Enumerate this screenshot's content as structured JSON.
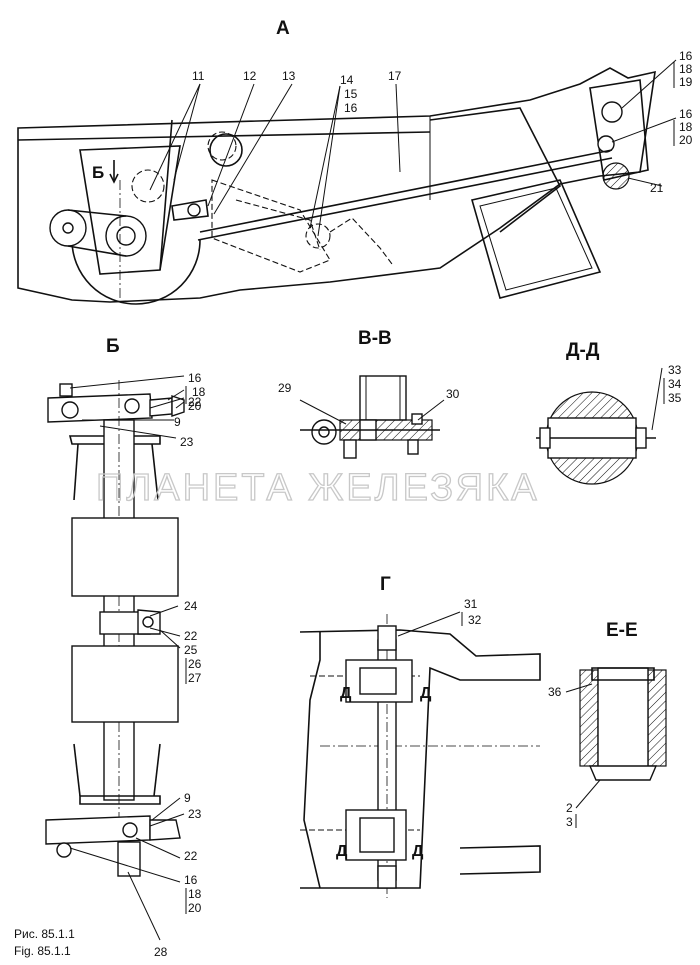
{
  "views": {
    "A": "А",
    "B": "Б",
    "VV": "В-В",
    "DD": "Д-Д",
    "G": "Г",
    "EE": "Е-Е",
    "B_marker": "Б",
    "D_marker": "Д"
  },
  "watermark": "ПЛАНЕТА ЖЕЛЕЗЯКА",
  "caption": {
    "ru": "Рис. 85.1.1",
    "en": "Fig. 85.1.1"
  },
  "callouts": {
    "c11": "11",
    "c12": "12",
    "c13": "13",
    "c14": "14",
    "c15": "15",
    "c16": "16",
    "c17": "17",
    "a16a": "16",
    "a18a": "18",
    "a19": "19",
    "a16b": "16",
    "a18b": "18",
    "a20": "20",
    "a21": "21",
    "b16": "16",
    "b18": "18",
    "b20": "20",
    "b22": "22",
    "b9": "9",
    "b23": "23",
    "b24": "24",
    "b22b": "22",
    "b25": "25",
    "b26": "26",
    "b27": "27",
    "b9b": "9",
    "b23b": "23",
    "b22c": "22",
    "b16b": "16",
    "b18b": "18",
    "b20b": "20",
    "b28": "28",
    "v29": "29",
    "v30": "30",
    "d33": "33",
    "d34": "34",
    "d35": "35",
    "g31": "31",
    "g32": "32",
    "e36": "36",
    "e2": "2",
    "e3": "3"
  }
}
